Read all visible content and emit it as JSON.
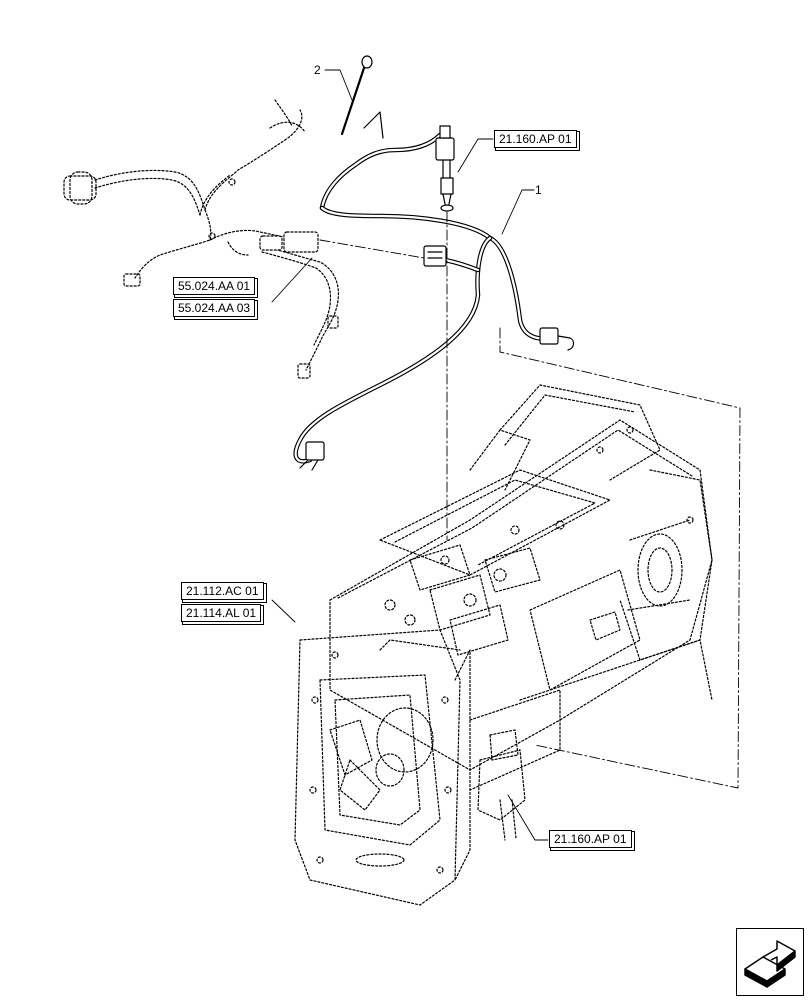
{
  "callouts": {
    "item_1": "1",
    "item_2": "2"
  },
  "references": {
    "top_right": "21.160.AP 01",
    "left_1": "55.024.AA 01",
    "left_2": "55.024.AA 03",
    "middle_1": "21.112.AC 01",
    "middle_2": "21.114.AL 01",
    "bottom_right": "21.160.AP 01"
  },
  "icons": {
    "navigation": "next-arrow-icon"
  }
}
